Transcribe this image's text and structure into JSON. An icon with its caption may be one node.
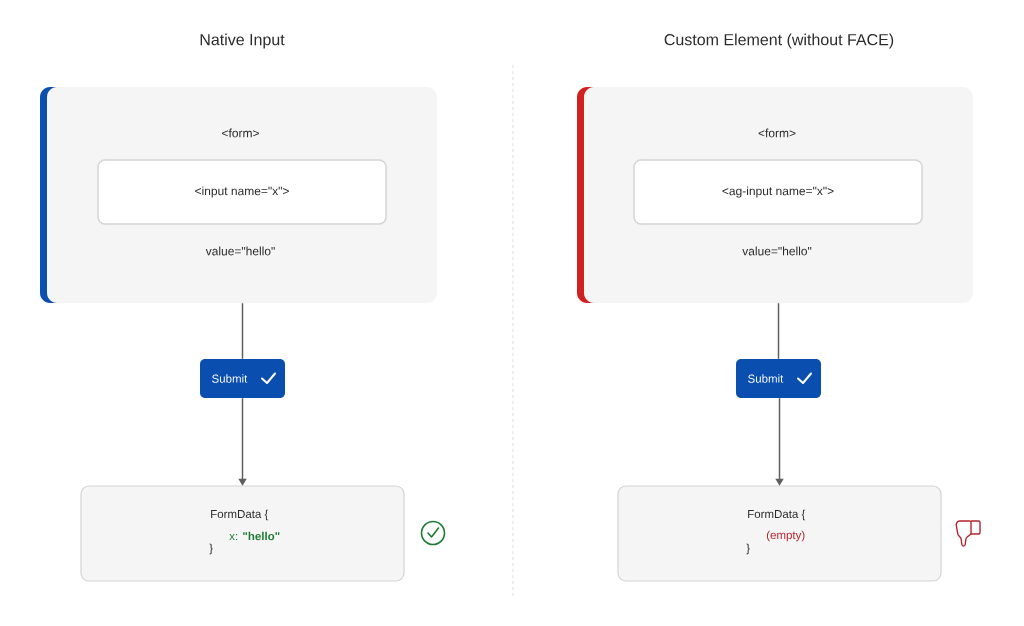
{
  "diagram": {
    "nodes": [
      {
        "text": [
          "<form>",
          "value=\"hello\""
        ]
      },
      {
        "text": [
          "<input name=\"x\">"
        ],
        "in": 0
      },
      {
        "text": [
          "Submit"
        ]
      },
      {
        "text": [
          "FormData {",
          "x: **\"hello\"**",
          "}"
        ]
      },
      {
        "text": [
          "<form>",
          "value=\"hello\""
        ]
      },
      {
        "text": [
          "<ag-input name=\"x\">"
        ],
        "in": 4
      },
      {
        "text": [
          "Submit"
        ]
      },
      {
        "text": [
          "FormData {",
          "(empty)",
          "}"
        ]
      }
    ],
    "edges": [
      {
        "from": 0,
        "to": 2,
        "arrow": "none"
      },
      {
        "from": 2,
        "to": 3,
        "arrow": "to"
      },
      {
        "from": 4,
        "to": 6,
        "arrow": "none"
      },
      {
        "from": 6,
        "to": 7,
        "arrow": "to"
      }
    ],
    "labels": [
      "Native Input",
      "Custom Element (without FACE)"
    ]
  }
}
